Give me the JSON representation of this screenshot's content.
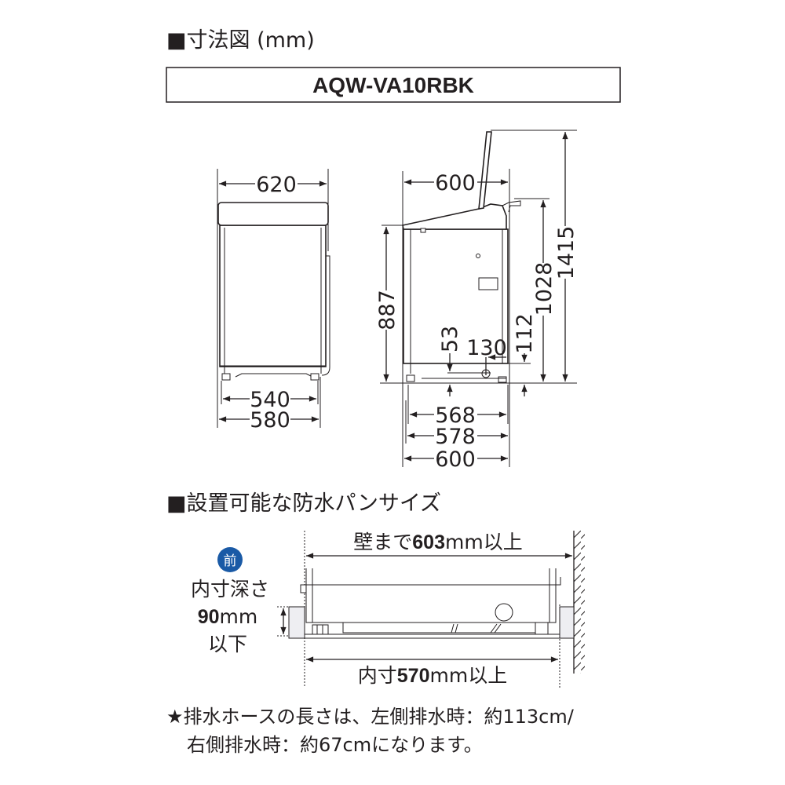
{
  "section1": {
    "title": "■寸法図 (mm)",
    "model": "AQW-VA10RBK"
  },
  "front_view": {
    "width_top": "620",
    "feet_width": "540",
    "body_width": "580"
  },
  "side_view": {
    "depth_top": "600",
    "height_body": "887",
    "height_lid_base": "1028",
    "height_lid_open": "1415",
    "drain_height": "53",
    "drain_offset": "130",
    "hose_height": "112",
    "depth_568": "568",
    "depth_578": "578",
    "depth_600": "600"
  },
  "section2": {
    "title": "■設置可能な防水パンサイズ",
    "wall_prefix": "壁まで",
    "wall_value": "603",
    "wall_suffix": "mm以上",
    "inner_prefix": "内寸",
    "inner_value": "570",
    "inner_suffix": "mm以上",
    "front_badge": "前",
    "depth_label": "内寸深さ",
    "depth_value": "90",
    "depth_unit": "mm",
    "depth_suffix": "以下",
    "badge_color": "#1a5aa6"
  },
  "footnote": {
    "line1": "★排水ホースの長さは、左側排水時：約113cm/",
    "line2": "右側排水時：約67cmになります。"
  }
}
